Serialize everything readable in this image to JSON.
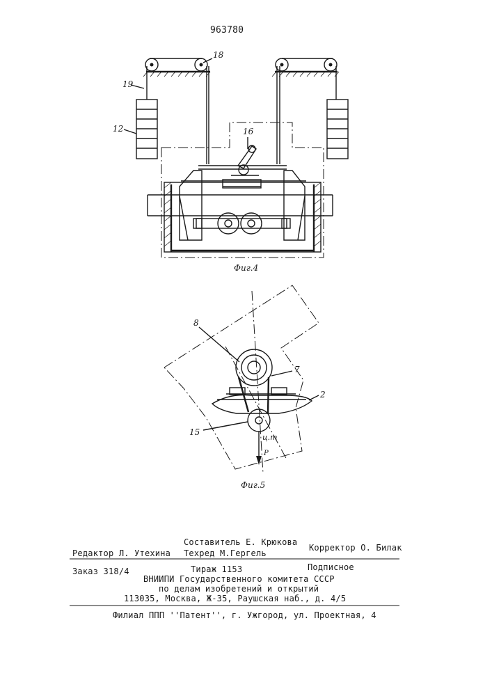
{
  "patent_number": "963780",
  "figures": {
    "fig4": {
      "caption": "Фиг.4",
      "labels": {
        "l18": "18",
        "l19": "19",
        "l12": "12",
        "l16": "16"
      }
    },
    "fig5": {
      "caption": "Фиг.5",
      "labels": {
        "l8": "8",
        "l7": "7",
        "l2": "2",
        "l15": "15",
        "cg": "ц.т",
        "p": "P"
      }
    }
  },
  "footer": {
    "compiler": "Составитель Е. Крюкова",
    "editor": "Редактор Л. Утехина",
    "techred": "Техред М.Гергель",
    "corrector": "Корректор О. Билак",
    "order": "Заказ 318/4",
    "circulation": "Тираж 1153",
    "subscription": "Подписное",
    "org_line1": "ВНИИПИ Государственного комитета СССР",
    "org_line2": "по делам изобретений и открытий",
    "address": "113035, Москва, Ж-35, Раушская наб., д. 4/5",
    "branch": "Филиал ППП ''Патент'', г. Ужгород, ул. Проектная, 4"
  }
}
